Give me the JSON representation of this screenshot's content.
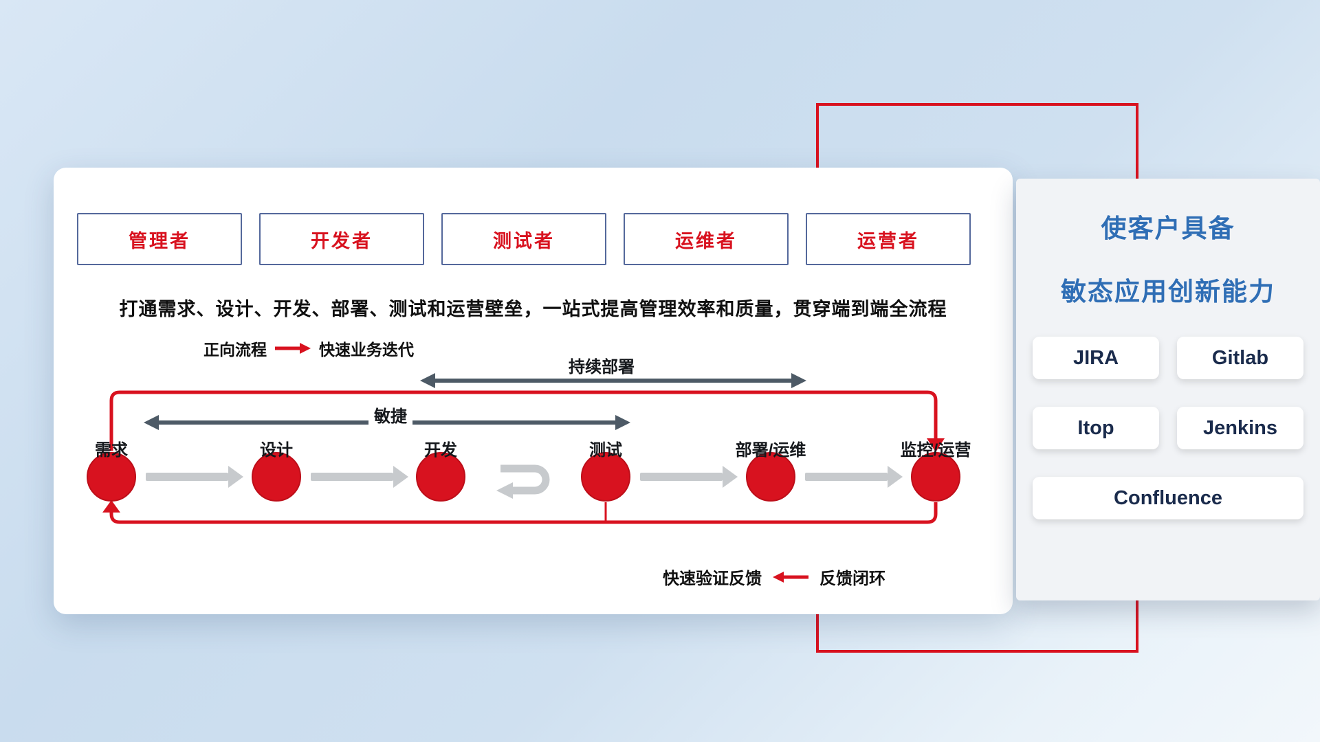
{
  "roles": [
    {
      "label": "管理者"
    },
    {
      "label": "开发者"
    },
    {
      "label": "测试者"
    },
    {
      "label": "运维者"
    },
    {
      "label": "运营者"
    }
  ],
  "headline": "打通需求、设计、开发、部署、测试和运营壁垒，一站式提高管理效率和质量，贯穿端到端全流程",
  "legend_forward": {
    "label": "正向流程",
    "desc": "快速业务迭代"
  },
  "legend_feedback": {
    "desc": "快速验证反馈",
    "label": "反馈闭环"
  },
  "labels": {
    "continuous_deploy": "持续部署",
    "agile": "敏捷"
  },
  "flow": {
    "stages": [
      {
        "label": "需求"
      },
      {
        "label": "设计"
      },
      {
        "label": "开发"
      },
      {
        "label": "测试"
      },
      {
        "label": "部署/运维"
      },
      {
        "label": "监控/运营"
      }
    ]
  },
  "panel": {
    "title_line1": "使客户具备",
    "title_line2": "敏态应用创新能力",
    "tools": [
      {
        "name": "JIRA"
      },
      {
        "name": "Gitlab"
      },
      {
        "name": "Itop"
      },
      {
        "name": "Jenkins"
      },
      {
        "name": "Confluence"
      }
    ]
  },
  "colors": {
    "accent_red": "#d8121f",
    "accent_blue": "#2f6eb5",
    "dark_arrow": "#4d5a66",
    "gray_arrow": "#c7cacd",
    "role_border": "#54689b"
  }
}
